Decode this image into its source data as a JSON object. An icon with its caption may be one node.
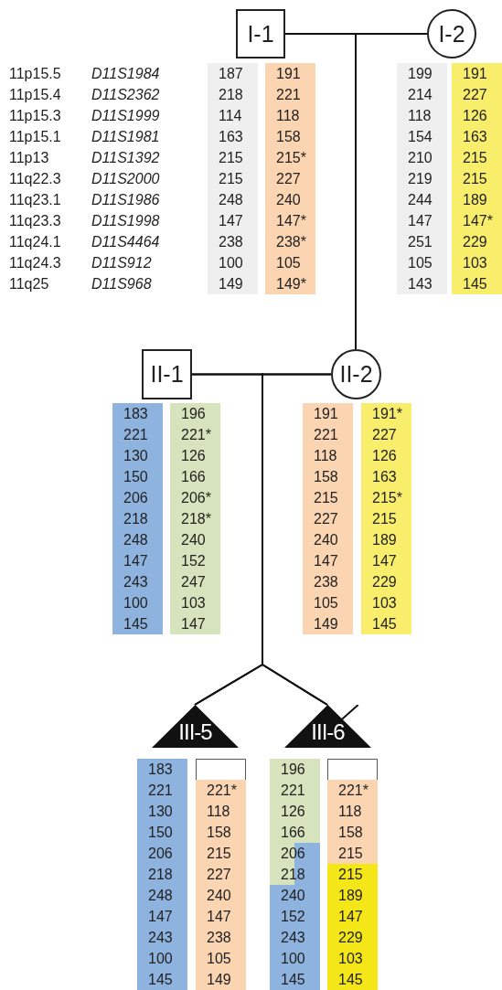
{
  "diagram": {
    "nodes": [
      {
        "text": [
          "I-1"
        ]
      },
      {
        "text": [
          "I-2"
        ]
      },
      {
        "text": [
          "II-1"
        ]
      },
      {
        "text": [
          "II-2"
        ]
      },
      {
        "text": [
          "III-5"
        ]
      },
      {
        "text": [
          "III-6"
        ]
      },
      {
        "text": [
          "187",
          "218",
          "114",
          "163",
          "215",
          "215",
          "248",
          "147",
          "238",
          "100",
          "149"
        ]
      },
      {
        "text": [
          "191",
          "221",
          "118",
          "158",
          "215*",
          "227",
          "240",
          "147*",
          "238*",
          "105",
          "149*"
        ]
      },
      {
        "text": [
          "199",
          "214",
          "118",
          "154",
          "210",
          "219",
          "244",
          "147",
          "251",
          "105",
          "143"
        ]
      },
      {
        "text": [
          "191",
          "227",
          "126",
          "163",
          "215",
          "215",
          "189",
          "147*",
          "229",
          "103",
          "145"
        ]
      },
      {
        "text": [
          "183",
          "221",
          "130",
          "150",
          "206",
          "218",
          "248",
          "147",
          "243",
          "100",
          "145"
        ]
      },
      {
        "text": [
          "196",
          "221*",
          "126",
          "166",
          "206*",
          "218*",
          "240",
          "152",
          "247",
          "103",
          "147"
        ]
      },
      {
        "text": [
          "191",
          "221",
          "118",
          "158",
          "215",
          "227",
          "240",
          "147",
          "238",
          "105",
          "149"
        ]
      },
      {
        "text": [
          "191*",
          "227",
          "126",
          "163",
          "215*",
          "215",
          "189",
          "147",
          "229",
          "103",
          "145"
        ]
      },
      {
        "text": [
          "183",
          "221",
          "130",
          "150",
          "206",
          "218",
          "248",
          "147",
          "243",
          "100",
          "145"
        ]
      },
      {
        "text": [
          "221*",
          "118",
          "158",
          "215",
          "227",
          "240",
          "147",
          "238",
          "105",
          "149"
        ]
      },
      {
        "text": [
          "196",
          "221",
          "126",
          "166",
          "206",
          "218",
          "240",
          "152",
          "243",
          "100",
          "145"
        ]
      },
      {
        "text": [
          "221*",
          "118",
          "158",
          "215",
          "215",
          "189",
          "147",
          "229",
          "103",
          "145"
        ]
      }
    ],
    "edges": [
      {
        "from": 0,
        "to": 3,
        "arrow": "none"
      },
      {
        "from": 1,
        "to": 3,
        "arrow": "none"
      },
      {
        "from": 2,
        "to": 4,
        "arrow": "none"
      },
      {
        "from": 3,
        "to": 4,
        "arrow": "none"
      },
      {
        "from": 2,
        "to": 5,
        "arrow": "none"
      },
      {
        "from": 3,
        "to": 5,
        "arrow": "none"
      }
    ],
    "labels": [
      "11p15.5",
      "D11S1984",
      "11p15.4",
      "D11S2362",
      "11p15.3",
      "D11S1999",
      "11p15.1",
      "D11S1981",
      "11p13",
      "D11S1392",
      "11q22.3",
      "D11S2000",
      "11q23.1",
      "D11S1986",
      "11q23.3",
      "D11S1998",
      "11q24.1",
      "D11S4464",
      "11q24.3",
      "D11S912",
      "11q25",
      "D11S968"
    ]
  }
}
